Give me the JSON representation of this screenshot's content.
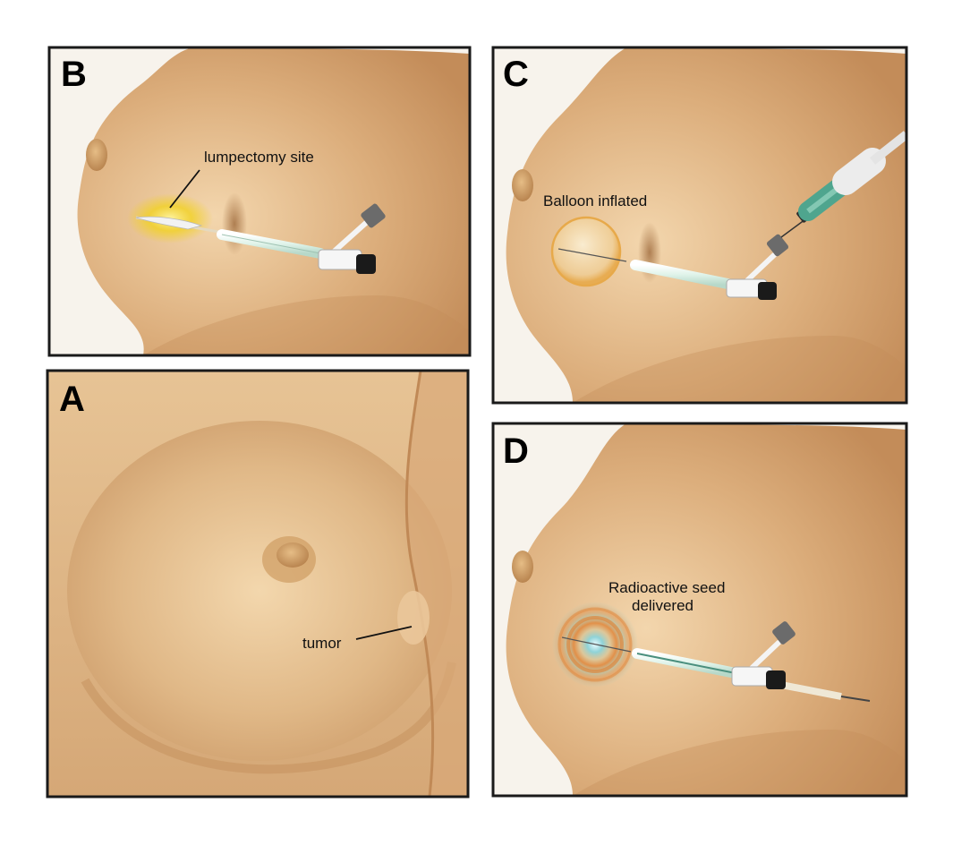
{
  "figure": {
    "panels": [
      {
        "id": "B",
        "letter": "B",
        "callouts": [
          "lumpectomy site"
        ]
      },
      {
        "id": "C",
        "letter": "C",
        "callouts": [
          "Balloon inflated"
        ]
      },
      {
        "id": "A",
        "letter": "A",
        "callouts": [
          "tumor"
        ]
      },
      {
        "id": "D",
        "letter": "D",
        "callouts": [
          "Radioactive seed",
          "delivered"
        ]
      }
    ]
  },
  "colors": {
    "skin_light": "#f0cfa0",
    "skin_mid": "#d9a877",
    "skin_dark": "#b98755",
    "background": "#f7f3ec",
    "frame": "#1a1a1a",
    "lumpectomy_glow": "#f2d21a",
    "balloon": "#f3d9a8",
    "balloon_rim": "#e7a94a",
    "seed_glow_outer": "#e0863a",
    "seed_glow_inner": "#8fd3d8",
    "syringe_fluid": "#4fa58e"
  },
  "icons": [
    "catheter-icon",
    "syringe-icon",
    "radiation-glow-icon"
  ]
}
